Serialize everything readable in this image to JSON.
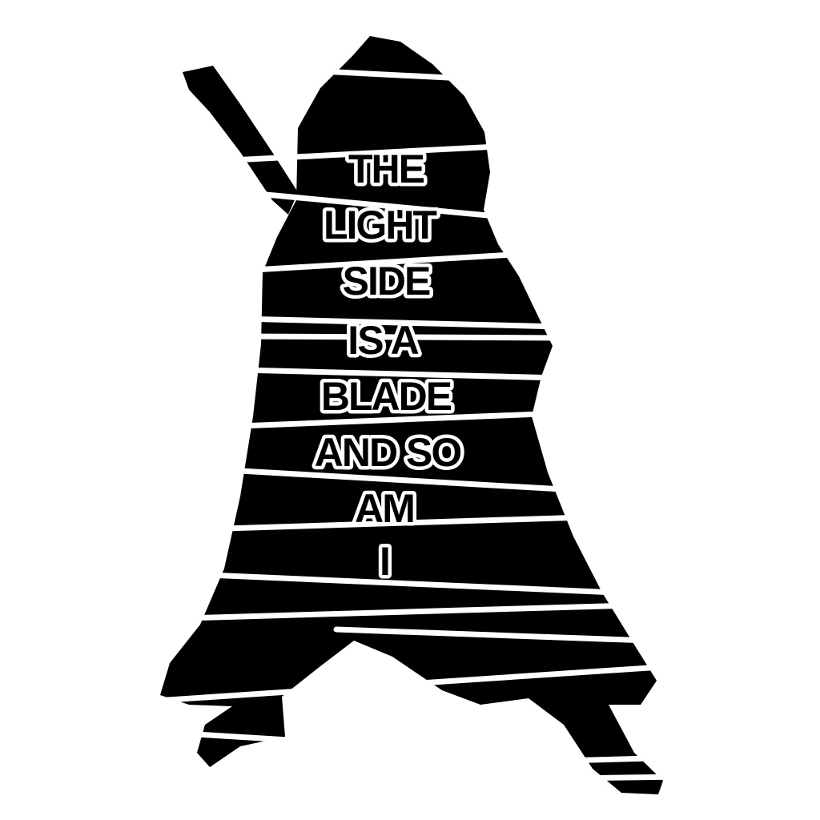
{
  "poster": {
    "quote_lines": [
      "THE",
      "LIGHT",
      "SIDE",
      "IS A",
      "BLADE",
      "AND SO",
      "AM",
      "I"
    ]
  },
  "colors": {
    "silhouette": "#000000",
    "background": "#ffffff",
    "stripes": "#ffffff"
  }
}
